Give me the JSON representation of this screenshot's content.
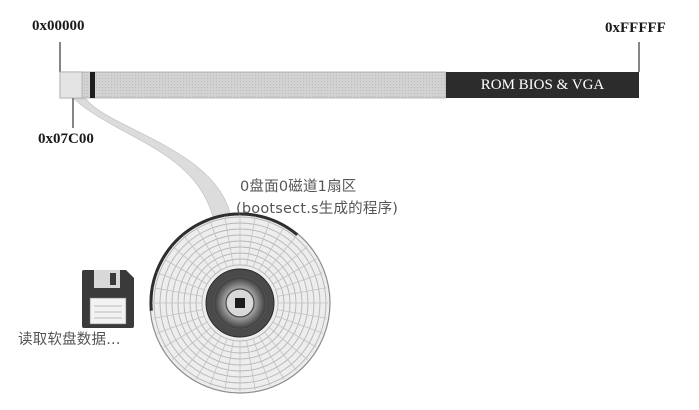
{
  "memory": {
    "start_address": "0x00000",
    "end_address": "0xFFFFF",
    "boot_address": "0x07C00",
    "rom_region_label": "ROM BIOS & VGA"
  },
  "disk": {
    "sector_title": "0盘面0磁道1扇区",
    "sector_desc": "(bootsect.s生成的程序)",
    "read_label": "读取软盘数据..."
  },
  "icons": {
    "floppy": "floppy-disk-icon",
    "disk": "disk-platter-icon"
  },
  "colors": {
    "memory_bar": "#cfcfcf",
    "rom_block": "#2c2c2c",
    "boot_marker": "#1e1e1e",
    "funnel": "#d6d6d6",
    "platter_ring": "#bdbdbd"
  }
}
